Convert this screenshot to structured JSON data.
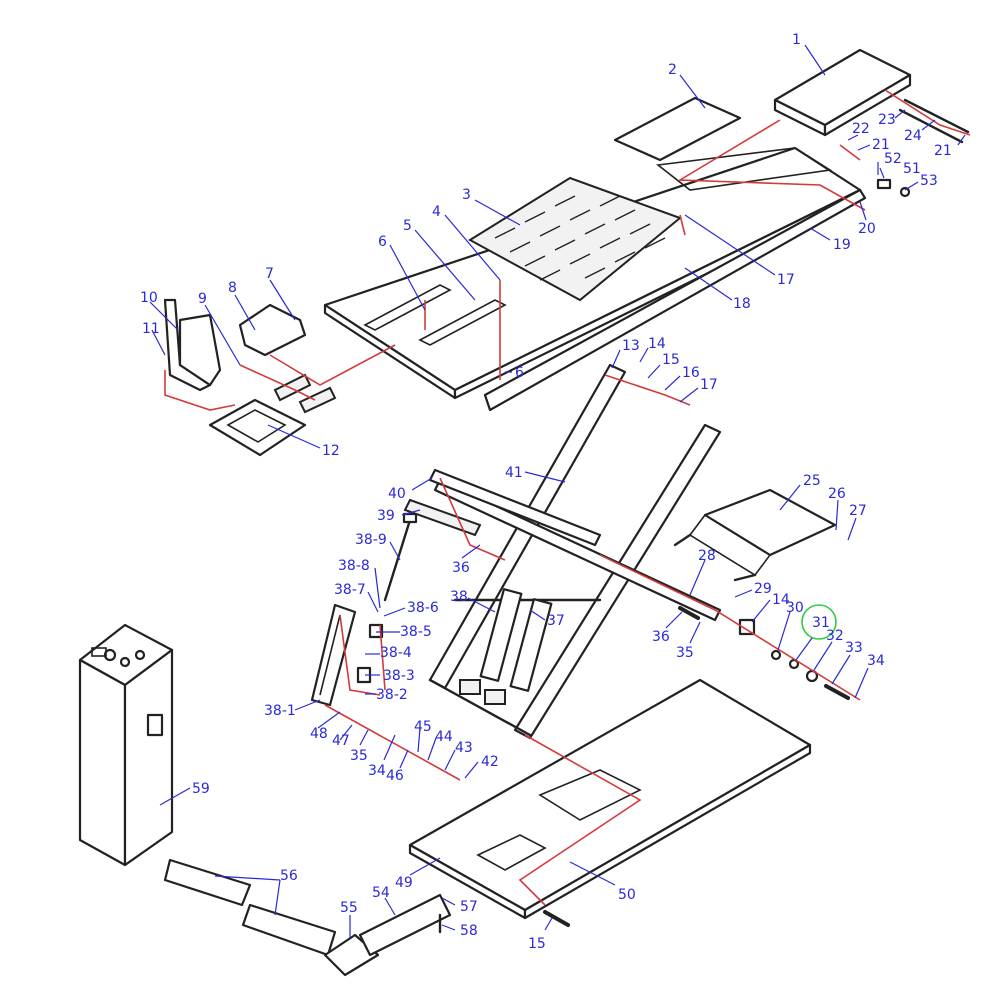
{
  "diagram": {
    "type": "exploded-parts-view",
    "colors": {
      "line_art": "#222222",
      "assembly_lines": "#d23b3b",
      "callouts": "#2a2ad8",
      "highlight": "#2ecc40"
    },
    "highlighted_part": "31",
    "callouts": [
      "1",
      "2",
      "3",
      "4",
      "5",
      "6",
      "6",
      "7",
      "8",
      "9",
      "10",
      "11",
      "12",
      "13",
      "14",
      "15",
      "16",
      "17",
      "17",
      "18",
      "19",
      "20",
      "21",
      "21",
      "22",
      "23",
      "24",
      "25",
      "26",
      "27",
      "28",
      "29",
      "30",
      "31",
      "32",
      "33",
      "34",
      "34",
      "35",
      "35",
      "36",
      "36",
      "37",
      "38",
      "38-1",
      "38-2",
      "38-3",
      "38-4",
      "38-5",
      "38-6",
      "38-7",
      "38-8",
      "38-9",
      "39",
      "40",
      "41",
      "42",
      "43",
      "44",
      "45",
      "46",
      "47",
      "48",
      "49",
      "50",
      "51",
      "52",
      "53",
      "54",
      "55",
      "56",
      "57",
      "58",
      "59",
      "14",
      "15"
    ]
  }
}
